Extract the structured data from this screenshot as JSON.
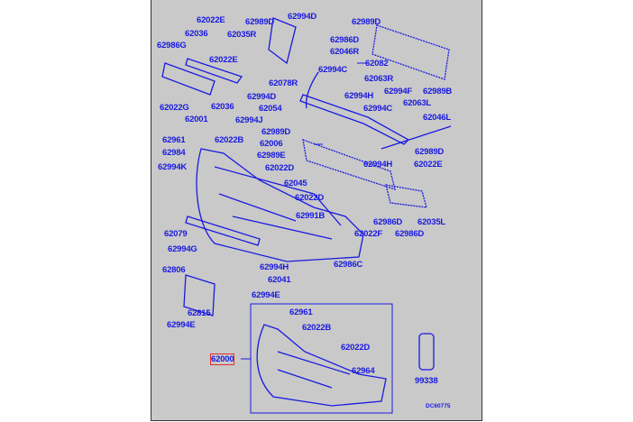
{
  "diagram_code": "DC60775",
  "selected_part": "62000",
  "colors": {
    "ink": "#1a1ae0",
    "background": "#c9c9c9",
    "selection": "#e03030"
  },
  "parts": [
    {
      "id": "62022E"
    },
    {
      "id": "62989D"
    },
    {
      "id": "62994D"
    },
    {
      "id": "62989D"
    },
    {
      "id": "62036"
    },
    {
      "id": "62035R"
    },
    {
      "id": "62986D"
    },
    {
      "id": "62986G"
    },
    {
      "id": "62046R"
    },
    {
      "id": "62022E"
    },
    {
      "id": "62082"
    },
    {
      "id": "62994C"
    },
    {
      "id": "62078R"
    },
    {
      "id": "62063R"
    },
    {
      "id": "62994H"
    },
    {
      "id": "62994F"
    },
    {
      "id": "62989B"
    },
    {
      "id": "62022G"
    },
    {
      "id": "62036"
    },
    {
      "id": "62994D"
    },
    {
      "id": "62054"
    },
    {
      "id": "62994C"
    },
    {
      "id": "62063L"
    },
    {
      "id": "62001"
    },
    {
      "id": "62994J"
    },
    {
      "id": "62046L"
    },
    {
      "id": "62989D"
    },
    {
      "id": "62961"
    },
    {
      "id": "62022B"
    },
    {
      "id": "62006"
    },
    {
      "id": "62984"
    },
    {
      "id": "62989E"
    },
    {
      "id": "62994K"
    },
    {
      "id": "62022D"
    },
    {
      "id": "62994H"
    },
    {
      "id": "62989D"
    },
    {
      "id": "62022E"
    },
    {
      "id": "62045"
    },
    {
      "id": "62022D"
    },
    {
      "id": "62991B"
    },
    {
      "id": "62986D"
    },
    {
      "id": "62035L"
    },
    {
      "id": "62079"
    },
    {
      "id": "62022F"
    },
    {
      "id": "62986D"
    },
    {
      "id": "62994G"
    },
    {
      "id": "62994H"
    },
    {
      "id": "62986C"
    },
    {
      "id": "62806"
    },
    {
      "id": "62041"
    },
    {
      "id": "62994E"
    },
    {
      "id": "62815"
    },
    {
      "id": "62994E"
    },
    {
      "id": "62961"
    },
    {
      "id": "62022B"
    },
    {
      "id": "62022D"
    },
    {
      "id": "62000"
    },
    {
      "id": "62964"
    },
    {
      "id": "99338"
    }
  ]
}
